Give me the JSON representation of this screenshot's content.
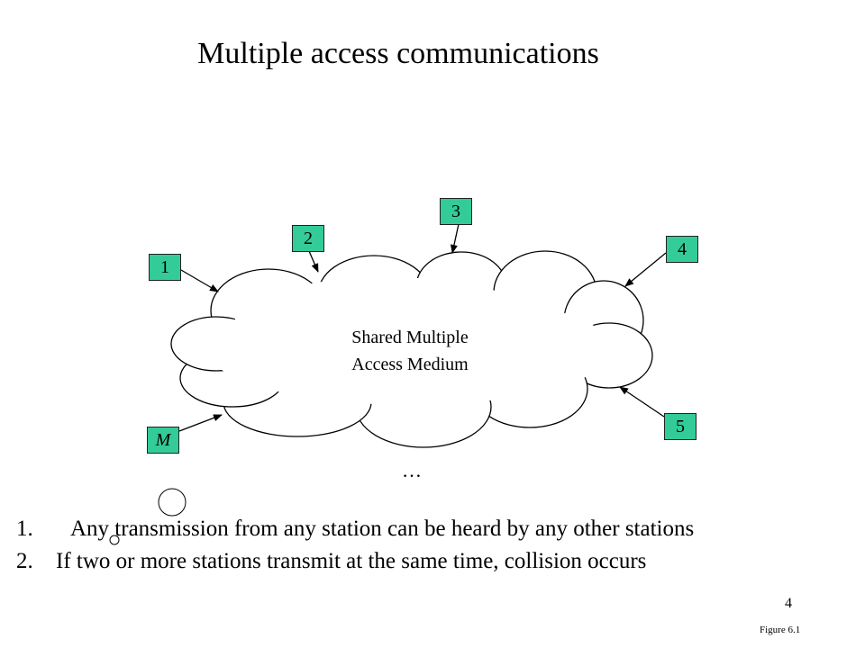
{
  "title": "Multiple access communications",
  "medium": {
    "line1": "Shared Multiple",
    "line2": "Access Medium"
  },
  "stations": [
    {
      "label": "1"
    },
    {
      "label": "2"
    },
    {
      "label": "3"
    },
    {
      "label": "4"
    },
    {
      "label": "5"
    },
    {
      "label": "M"
    }
  ],
  "ellipsis": "…",
  "points": [
    {
      "num": "1.",
      "text": "Any transmission from any station can be heard by any other stations"
    },
    {
      "num": "2.",
      "text": "If two or more stations transmit at the same time, collision occurs"
    }
  ],
  "page_number": "4",
  "figure_label": "Figure 6.1",
  "colors": {
    "station_fill": "#33cc99",
    "line": "#000000",
    "background": "#ffffff"
  }
}
